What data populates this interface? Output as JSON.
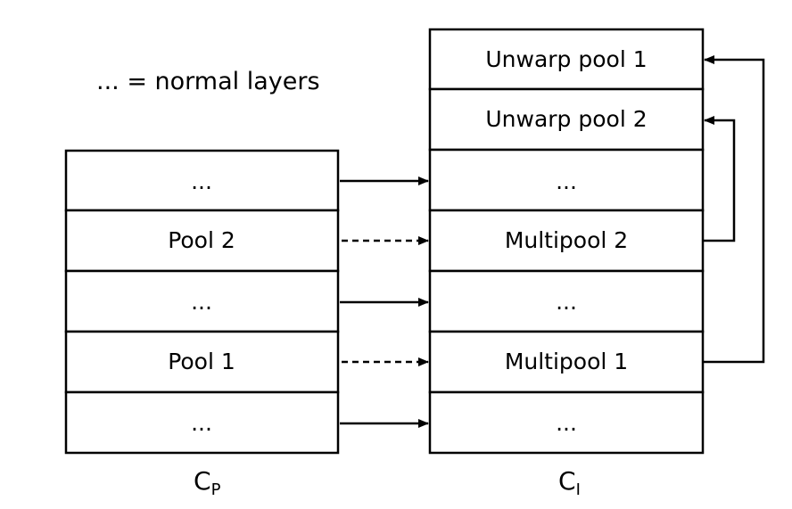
{
  "legend": "... = normal layers",
  "left_stack": {
    "caption_main": "C",
    "caption_sub": "P",
    "layers": [
      "...",
      "Pool 2",
      "...",
      "Pool 1",
      "..."
    ]
  },
  "right_stack": {
    "caption_main": "C",
    "caption_sub": "I",
    "layers": [
      "Unwarp pool 1",
      "Unwarp pool 2",
      "...",
      "Multipool 2",
      "...",
      "Multipool 1",
      "..."
    ]
  }
}
